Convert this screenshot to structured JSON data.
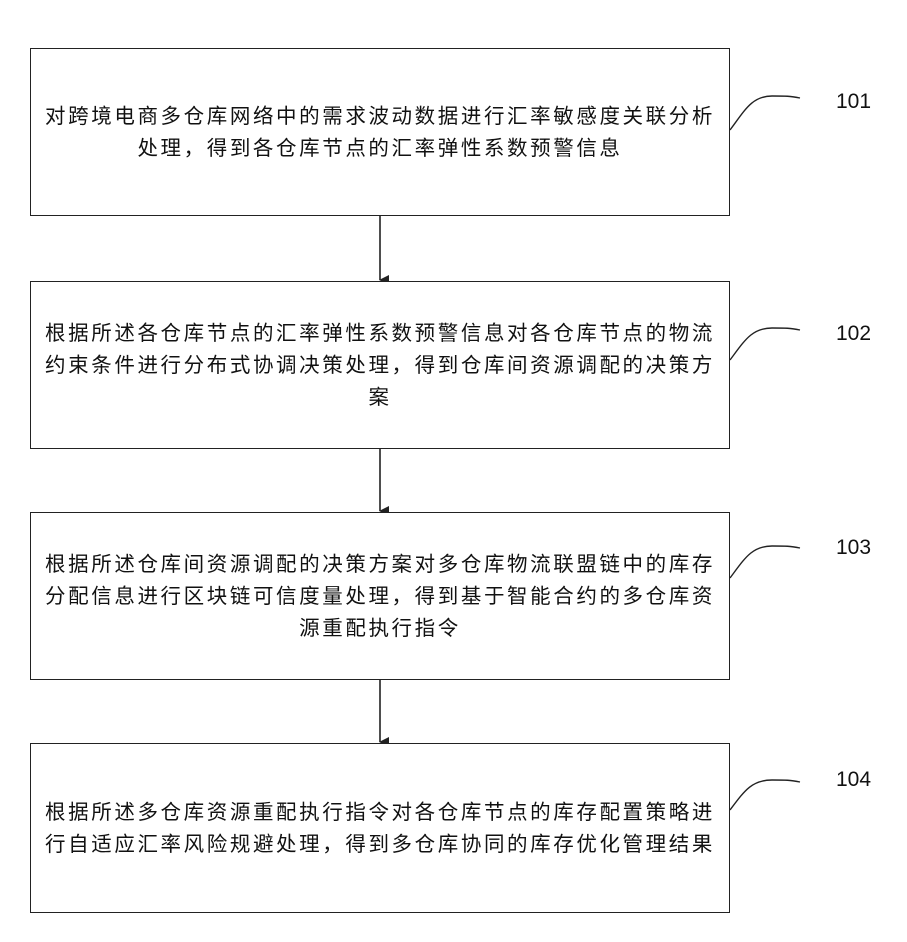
{
  "steps": [
    {
      "id": "101",
      "text": "对跨境电商多仓库网络中的需求波动数据进行汇率敏感度关联分析处理，得到各仓库节点的汇率弹性系数预警信息"
    },
    {
      "id": "102",
      "text": "根据所述各仓库节点的汇率弹性系数预警信息对各仓库节点的物流约束条件进行分布式协调决策处理，得到仓库间资源调配的决策方案"
    },
    {
      "id": "103",
      "text": "根据所述仓库间资源调配的决策方案对多仓库物流联盟链中的库存分配信息进行区块链可信度量处理，得到基于智能合约的多仓库资源重配执行指令"
    },
    {
      "id": "104",
      "text": "根据所述多仓库资源重配执行指令对各仓库节点的库存配置策略进行自适应汇率风险规避处理，得到多仓库协同的库存优化管理结果"
    }
  ]
}
